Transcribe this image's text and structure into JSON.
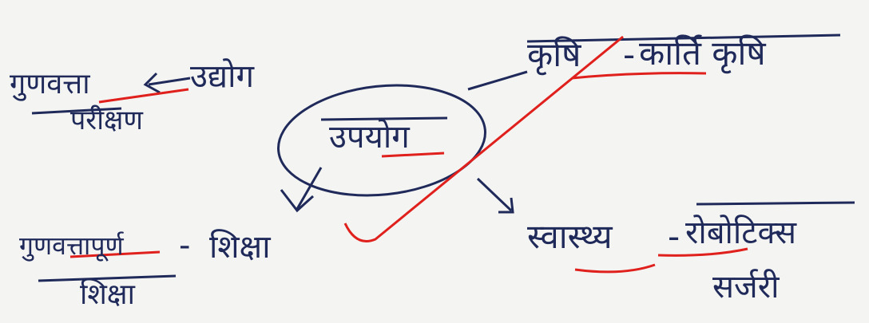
{
  "center": {
    "text": "उपयोग"
  },
  "branches": {
    "agriculture": {
      "word": "कृषि",
      "detail": "कार्ति कृषि"
    },
    "industry": {
      "word": "उद्योग",
      "note": "गुणवत्ता",
      "note2": "परीक्षण"
    },
    "education": {
      "word": "शिक्षा",
      "note": "गुणवत्तापूर्ण",
      "note2": "शिक्षा"
    },
    "health": {
      "word": "स्वास्थ्य",
      "detail": "रोबोटिक्स",
      "detail2": "सर्जरी"
    }
  },
  "colors": {
    "ink": "#1f2a5a",
    "correction": "#e0201c",
    "paper": "#f4f4f2"
  }
}
